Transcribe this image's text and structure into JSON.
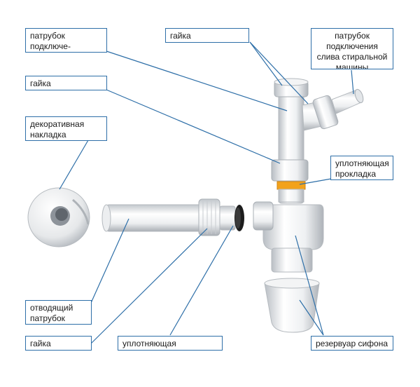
{
  "labels": {
    "inlet_washbasin": "патрубок подключе-\nния к умывальнику",
    "nut_top": "гайка",
    "inlet_washing_machine": "патрубок подключения слива стиральной машины",
    "nut_left": "гайка",
    "decorative_cover": "декоративная\nнакладка",
    "seal_gasket_right": "уплотняющая\nпрокладка",
    "drain_pipe": "отводящий\nпатрубок",
    "nut_bottom": "гайка",
    "seal_gasket_bottom": "уплотняющая прокладка",
    "siphon_reservoir": "резервуар сифона"
  },
  "colors": {
    "label_border": "#2e6fa8",
    "leader_line": "#2e6fa8",
    "plastic_light": "#ffffff",
    "plastic_shade": "#c9cdd2",
    "gasket_orange": "#f2a21b",
    "gasket_black": "#1c1c1c"
  }
}
